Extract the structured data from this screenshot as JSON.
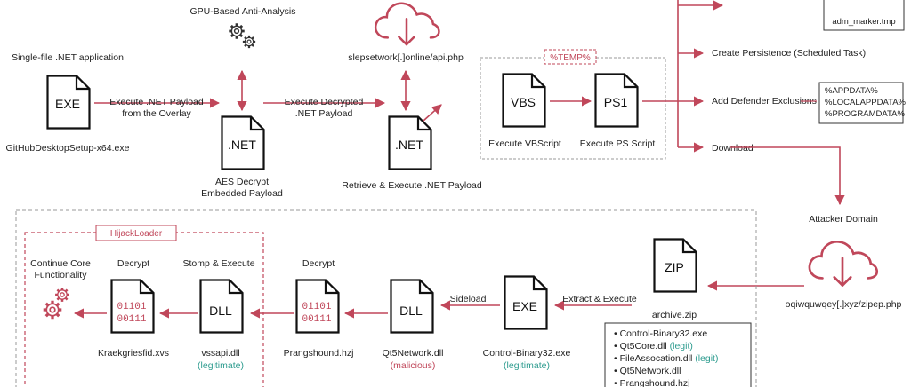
{
  "colors": {
    "arrow": "#c0475a",
    "dashed_border": "#9a9a9a",
    "legit_text": "#2e9c8f",
    "malicious_text": "#c0475a"
  },
  "top_row": {
    "exe_top_label": "Single-file .NET application",
    "exe_icon_text": "EXE",
    "exe_bottom_label": "GitHubDesktopSetup-x64.exe",
    "arrow1_label_line1": "Execute .NET Payload",
    "arrow1_label_line2": "from the Overlay",
    "gpu_label": "GPU-Based Anti-Analysis",
    "net1_icon_text": ".NET",
    "net1_label_line1": "AES Decrypt",
    "net1_label_line2": "Embedded Payload",
    "arrow2_label_line1": "Execute Decrypted",
    "arrow2_label_line2": ".NET Payload",
    "c2_url": "slepsetwork[.]online/api.php",
    "net2_icon_text": ".NET",
    "net2_label": "Retrieve & Execute .NET Payload",
    "temp_tag": "%TEMP%",
    "vbs_icon_text": "VBS",
    "vbs_label": "Execute VBScript",
    "ps1_icon_text": "PS1",
    "ps1_label": "Execute PS Script",
    "marker_file": "adm_marker.tmp",
    "branch_persistence": "Create Persistence (Scheduled Task)",
    "branch_defender": "Add Defender Exclusions",
    "defender_paths": [
      "%APPDATA%",
      "%LOCALAPPDATA%",
      "%PROGRAMDATA%"
    ],
    "branch_download": "Download",
    "attacker_domain_label": "Attacker Domain",
    "attacker_url": "oqiwquwqey[.]xyz/zipep.php"
  },
  "bottom_row": {
    "hijackloader_tag": "HijackLoader",
    "continue_label_line1": "Continue Core",
    "continue_label_line2": "Functionality",
    "decrypt1_label": "Decrypt",
    "bin1_line1": "01101",
    "bin1_line2": "00111",
    "bin1_file": "Kraekgriesfid.xvs",
    "stomp_label": "Stomp & Execute",
    "dll1_icon_text": "DLL",
    "dll1_file": "vssapi.dll",
    "dll1_status": "(legitimate)",
    "decrypt2_label": "Decrypt",
    "bin2_line1": "01101",
    "bin2_line2": "00111",
    "bin2_file": "Prangshound.hzj",
    "dll2_icon_text": "DLL",
    "dll2_file": "Qt5Network.dll",
    "dll2_status": "(malicious)",
    "sideload_label": "Sideload",
    "exe2_icon_text": "EXE",
    "exe2_file": "Control-Binary32.exe",
    "exe2_status": "(legitimate)",
    "extract_label": "Extract & Execute",
    "zip_icon_text": "ZIP",
    "zip_file": "archive.zip",
    "zip_contents": [
      {
        "name": "Control-Binary32.exe",
        "tag": ""
      },
      {
        "name": "Qt5Core.dll ",
        "tag": "(legit)"
      },
      {
        "name": "FileAssocation.dll ",
        "tag": "(legit)"
      },
      {
        "name": "Qt5Network.dll",
        "tag": ""
      },
      {
        "name": "Prangshound.hzj",
        "tag": ""
      }
    ]
  }
}
